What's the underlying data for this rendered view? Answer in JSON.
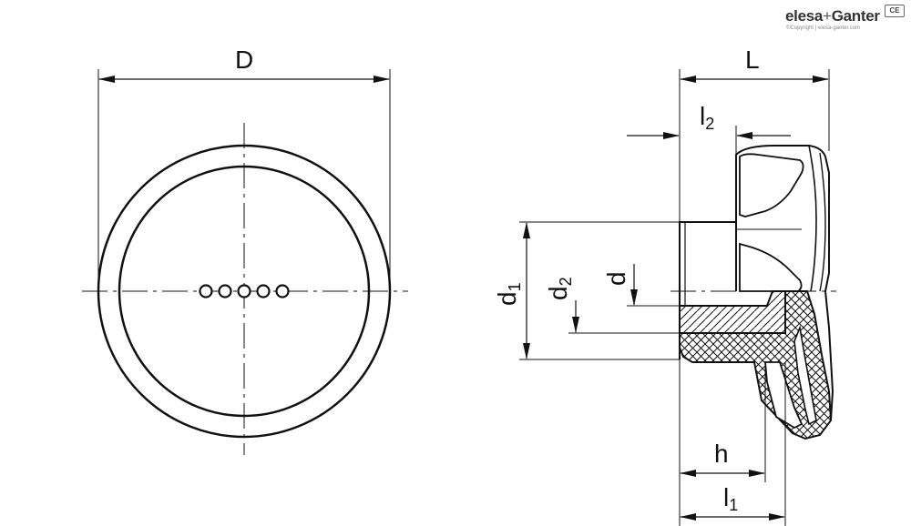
{
  "brand": {
    "name_left": "elesa",
    "plus": "+",
    "name_right": "Ganter",
    "copyright": "©Copyright | elesa-ganter.com",
    "badge": "CE"
  },
  "dimensions": {
    "D": "D",
    "L": "L",
    "l2_main": "l",
    "l2_sub": "2",
    "d1_main": "d",
    "d1_sub": "1",
    "d2_main": "d",
    "d2_sub": "2",
    "d": "d",
    "h": "h",
    "l1_main": "l",
    "l1_sub": "1"
  },
  "front_view": {
    "hole_count": 5
  },
  "colors": {
    "line": "#111111",
    "background": "#ffffff"
  }
}
